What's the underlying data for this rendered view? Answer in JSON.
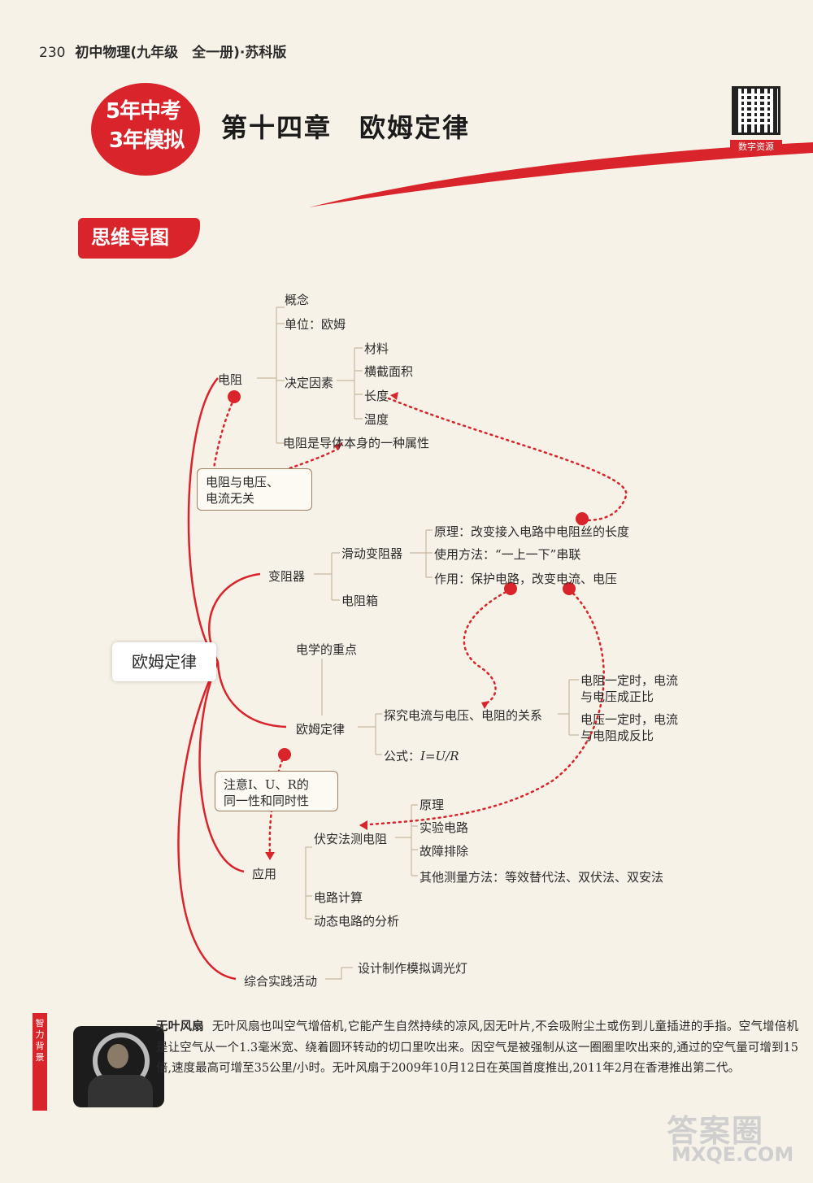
{
  "header": {
    "page_number": "230",
    "book": "初中物理(九年级　全一册)·苏科版"
  },
  "logo": {
    "line1": "5年中考",
    "line2": "3年模拟"
  },
  "chapter": {
    "number": "第十四章",
    "name": "欧姆定律"
  },
  "qr": {
    "label": "数字资源"
  },
  "section_tag": "思维导图",
  "mindmap": {
    "root": "欧姆定律",
    "resistance": {
      "label": "电阻",
      "children": [
        "概念",
        "单位：欧姆",
        "决定因素",
        "电阻是导体本身的一种属性"
      ],
      "factors": [
        "材料",
        "横截面积",
        "长度",
        "温度"
      ],
      "note": "电阻与电压、\n电流无关"
    },
    "rheostat": {
      "label": "变阻器",
      "slide": "滑动变阻器",
      "box": "电阻箱",
      "slide_items": [
        "原理：改变接入电路中电阻丝的长度",
        "使用方法：“一上一下”串联",
        "作用：保护电路，改变电流、电压"
      ]
    },
    "law": {
      "label": "欧姆定律",
      "key": "电学的重点",
      "explore": "探究电流与电压、电阻的关系",
      "formula_label": "公式：",
      "formula": "I=U/R",
      "conclusions": [
        "电阻一定时，电流\n与电压成正比",
        "电压一定时，电流\n与电阻成反比"
      ],
      "note": "注意I、U、R的\n同一性和同时性"
    },
    "application": {
      "label": "应用",
      "vi": "伏安法测电阻",
      "vi_items": [
        "原理",
        "实验电路",
        "故障排除",
        "其他测量方法：等效替代法、双伏法、双安法"
      ],
      "others": [
        "电路计算",
        "动态电路的分析"
      ]
    },
    "practice": {
      "label": "综合实践活动",
      "item": "设计制作模拟调光灯"
    }
  },
  "note": {
    "side": "智力背景",
    "title": "无叶风扇",
    "text": "无叶风扇也叫空气增倍机,它能产生自然持续的凉风,因无叶片,不会吸附尘土或伤到儿童插进的手指。空气增倍机是让空气从一个1.3毫米宽、绕着圆环转动的切口里吹出来。因空气是被强制从这一圈圈里吹出来的,通过的空气量可增到15倍,速度最高可增至35公里/小时。无叶风扇于2009年10月12日在英国首度推出,2011年2月在香港推出第二代。"
  },
  "watermark": {
    "line1": "答案圈",
    "line2": "MXQE.COM"
  },
  "colors": {
    "accent": "#d8242a",
    "paper": "#f7f2e8"
  }
}
